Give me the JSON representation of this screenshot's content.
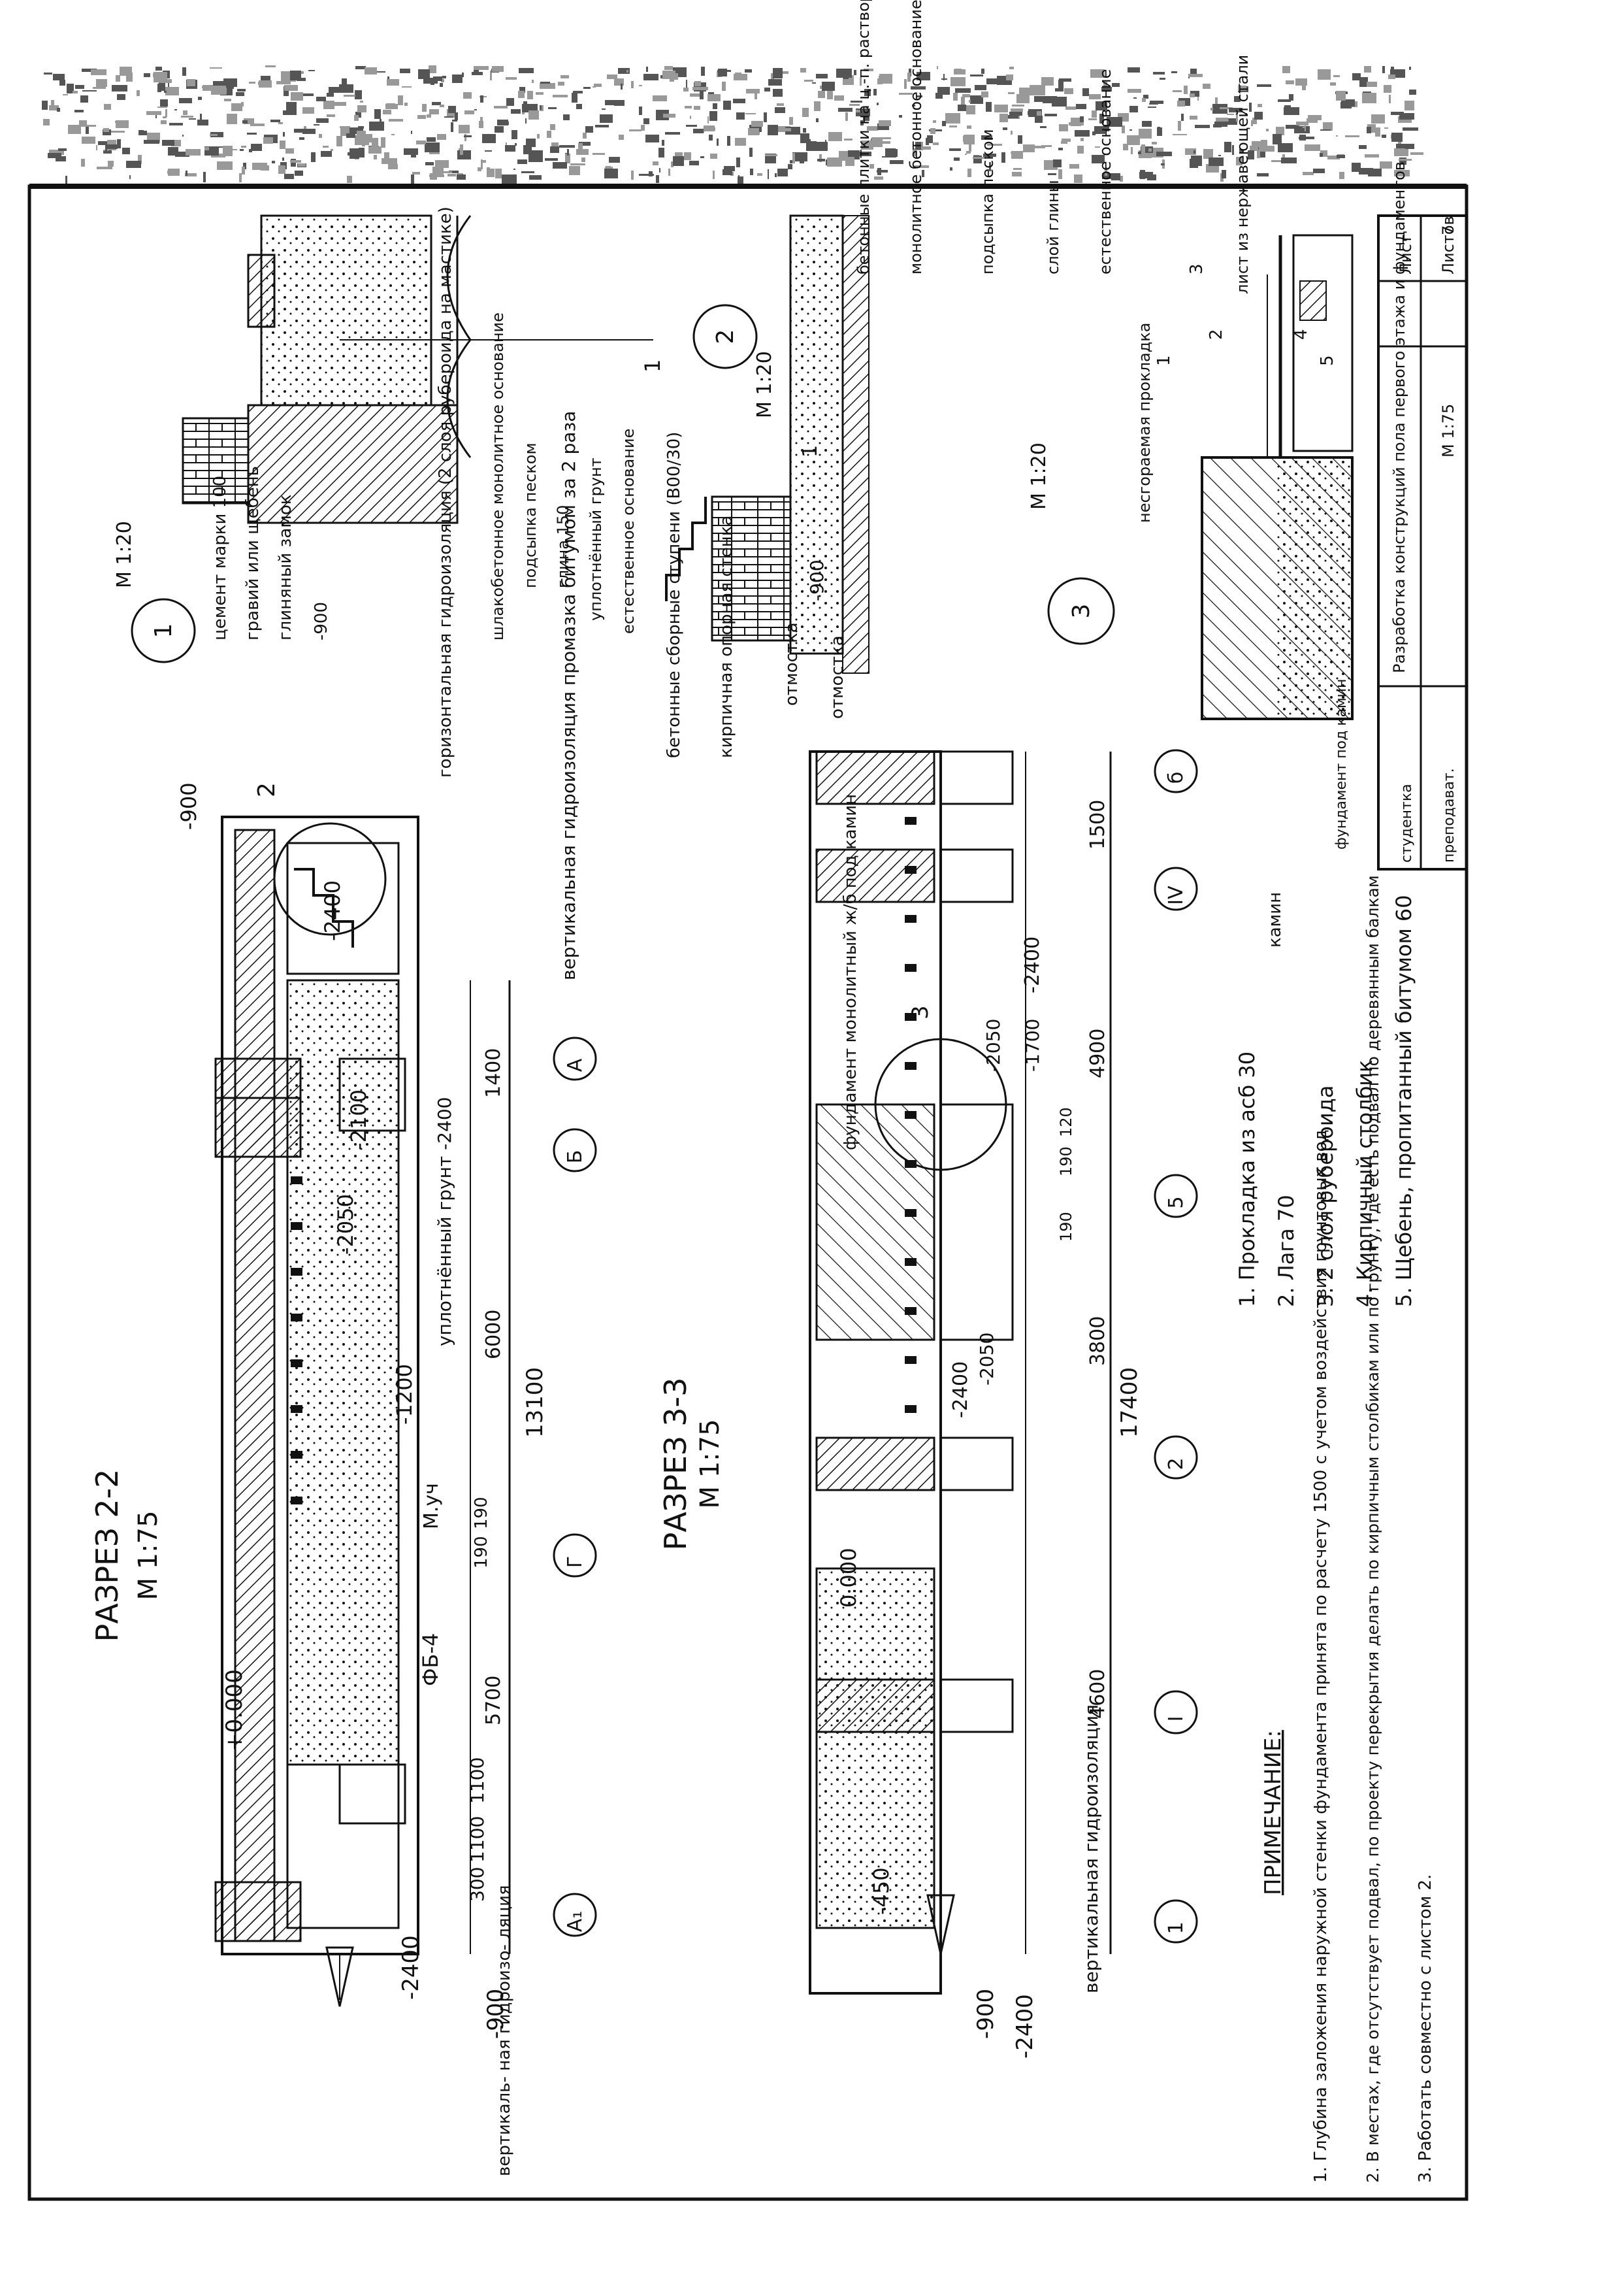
{
  "section22": {
    "title": "РАЗРЕЗ 2-2",
    "scale": "М 1:75",
    "levels": [
      "-900",
      "-2400",
      "+0.000",
      "-1200",
      "-2050",
      "-2400",
      "-2100",
      "-2400",
      "-900"
    ],
    "dims": [
      "300",
      "1100",
      "1100",
      "5700",
      "190",
      "190",
      "6000",
      "1400",
      "13100"
    ],
    "labels": [
      "ФБ-4",
      "М.уч",
      "уплотнённый грунт -2400"
    ],
    "axes": [
      "А₁",
      "Г",
      "Б",
      "А"
    ],
    "callout": "2",
    "note_left": "вертикаль- ная гидроизо- ляция",
    "note_vert": "вертикальная гидроизоляция промазка битумом за 2 раза"
  },
  "section33": {
    "title": "РАЗРЕЗ 3-3",
    "scale": "М 1:75",
    "levels": [
      "-900",
      "-2400",
      "-450",
      "0.000",
      "-2400",
      "-2050",
      "-2050",
      "-1700",
      "-2400"
    ],
    "dims": [
      "4600",
      "3800",
      "190",
      "190",
      "120",
      "4900",
      "1500",
      "17400"
    ],
    "axes": [
      "1",
      "I",
      "2",
      "5",
      "IV",
      "б"
    ],
    "labels": [
      "вертикальная гидроизоляция",
      "фундамент монолитный ж/б под камин",
      "отмостка"
    ],
    "callout": "3"
  },
  "detail1": {
    "number": "1",
    "scale": "М 1:20",
    "layers": [
      "цемент марки 100",
      "гравий или щебень",
      "глиняный замок",
      "-900",
      "горизонтальная гидроизоляция (2 слоя рубероида на мастике)",
      "шлакобетонное монолитное основание",
      "подсыпка песком",
      "глина 150",
      "уплотнённый грунт",
      "естественное основание"
    ],
    "mark": "1"
  },
  "detail2": {
    "number": "2",
    "scale": "М 1:20",
    "mark": "1",
    "label_left1": "бетонные сборные ступени (В00/30)",
    "label_left2": "кирпичная опорная стенка",
    "label_otm": "отмостка",
    "level": "-900",
    "layers": [
      "бетонные плитки на ц.-п. растворе",
      "монолитное бетонное основание под лестницу",
      "подсыпка песком",
      "слой глины",
      "естественное основание"
    ]
  },
  "detail3": {
    "number": "3",
    "scale": "М 1:20",
    "labels": [
      "несгораемая прокладка",
      "лист из нержавеющей стали",
      "камин",
      "фундамент под камин"
    ],
    "marks": [
      "1",
      "2",
      "3",
      "4",
      "5"
    ]
  },
  "legend": [
    "1. Прокладка из асб 30",
    "2. Лага 70",
    "3. 2 слоя рубероида",
    "4. Кирпичный столбик",
    "5. Щебень, пропитанный битумом 60"
  ],
  "notes": {
    "heading": "ПРИМЕЧАНИЕ:",
    "items": [
      "1. Глубина заложения наружной стенки фундамента принята по расчету 1500 с учетом воздействия грунтовых вод",
      "2. В местах, где отсутствует подвал, по проекту перекрытия делать по кирпичным столбикам или по грунту, где есть подвал по деревянным балкам",
      "3. Работать совместно с листом 2."
    ]
  },
  "stamp": {
    "title": "Разработка конструкций пола первого этажа и фундаментов",
    "row1": "студентка",
    "row2": "преподават.",
    "sheet_label": "Лист",
    "sheets_label": "Листов",
    "scale": "М 1:75",
    "sheet_no": "7"
  }
}
